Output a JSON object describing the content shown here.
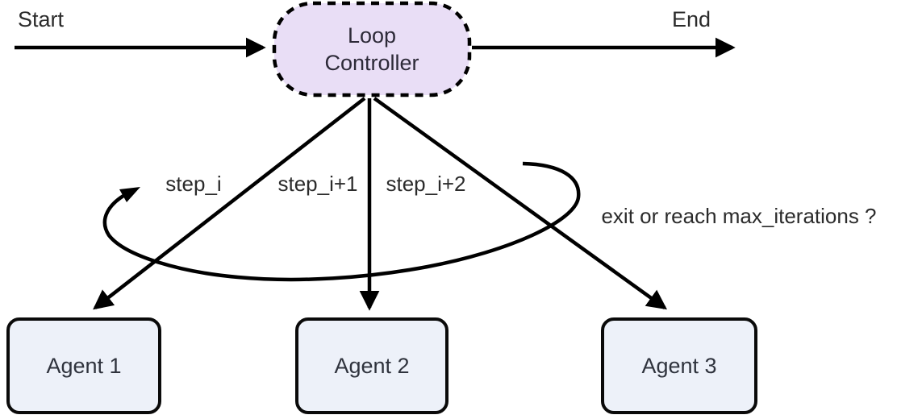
{
  "diagram": {
    "title_semantic": "loop-controller-multi-agent-flowchart",
    "background_color": "#ffffff",
    "line_color": "#000000",
    "labels": {
      "start": "Start",
      "end": "End",
      "step_i": "step_i",
      "step_i_plus_1": "step_i+1",
      "step_i_plus_2": "step_i+2",
      "exit_condition": "exit or reach max_iterations ?"
    },
    "loop_controller": {
      "label_line1": "Loop",
      "label_line2": "Controller",
      "fill": "#e9def6",
      "border_style": "dashed"
    },
    "agent_fill": "#edf1f9",
    "agents": [
      {
        "label": "Agent 1"
      },
      {
        "label": "Agent 2"
      },
      {
        "label": "Agent 3"
      }
    ]
  }
}
